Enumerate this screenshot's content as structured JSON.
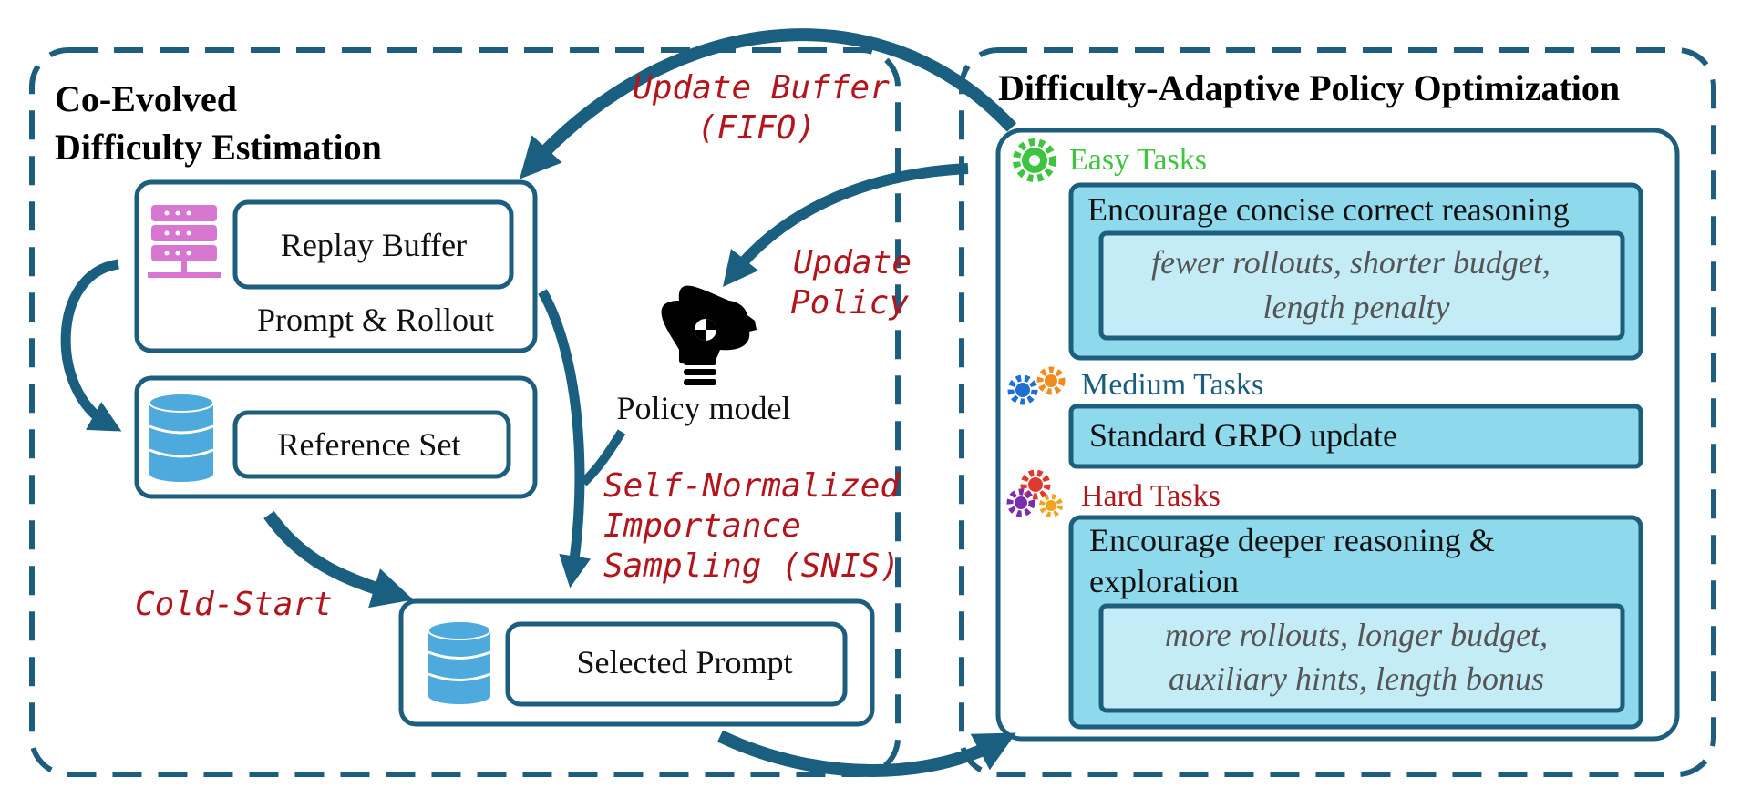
{
  "left_panel": {
    "title_line1": "Co-Evolved",
    "title_line2": "Difficulty Estimation",
    "replay_buffer": {
      "label": "Replay Buffer",
      "sublabel": "Prompt & Rollout"
    },
    "reference_set": {
      "label": "Reference Set"
    },
    "selected_prompt": {
      "label": "Selected Prompt"
    },
    "policy_model": {
      "label": "Policy model"
    }
  },
  "right_panel": {
    "title": "Difficulty-Adaptive Policy Optimization",
    "easy": {
      "heading": "Easy Tasks",
      "text": "Encourage concise correct reasoning",
      "detail_line1": "fewer rollouts, shorter budget,",
      "detail_line2": "length penalty"
    },
    "medium": {
      "heading": "Medium Tasks",
      "text": "Standard GRPO update"
    },
    "hard": {
      "heading": "Hard Tasks",
      "text_line1": "Encourage deeper reasoning &",
      "text_line2": "exploration",
      "detail_line1": "more rollouts, longer budget,",
      "detail_line2": "auxiliary hints, length bonus"
    }
  },
  "annotations": {
    "update_buffer_line1": "Update Buffer",
    "update_buffer_line2": "(FIFO)",
    "update_policy_line1": "Update",
    "update_policy_line2": "Policy",
    "snis_line1": "Self-Normalized",
    "snis_line2": "Importance",
    "snis_line3": "Sampling (SNIS)",
    "cold_start": "Cold-Start"
  },
  "colors": {
    "frame": "#1d5e7e",
    "arrow": "#1a5f80",
    "light_blue_fill": "#8fd9ec",
    "pale_blue_fill": "#c4ecf6",
    "handwritten_red": "#b3151c",
    "easy_green": "#3fc43f",
    "server_icon": "#d777d0",
    "database_icon": "#4eaadc"
  },
  "icons": {
    "replay_buffer": "server-icon",
    "reference_set": "database-icon",
    "selected_prompt": "database-icon",
    "policy_model": "robot-head-icon",
    "easy": "gear-icon",
    "medium": "gears-icon",
    "hard": "gears-icon"
  }
}
